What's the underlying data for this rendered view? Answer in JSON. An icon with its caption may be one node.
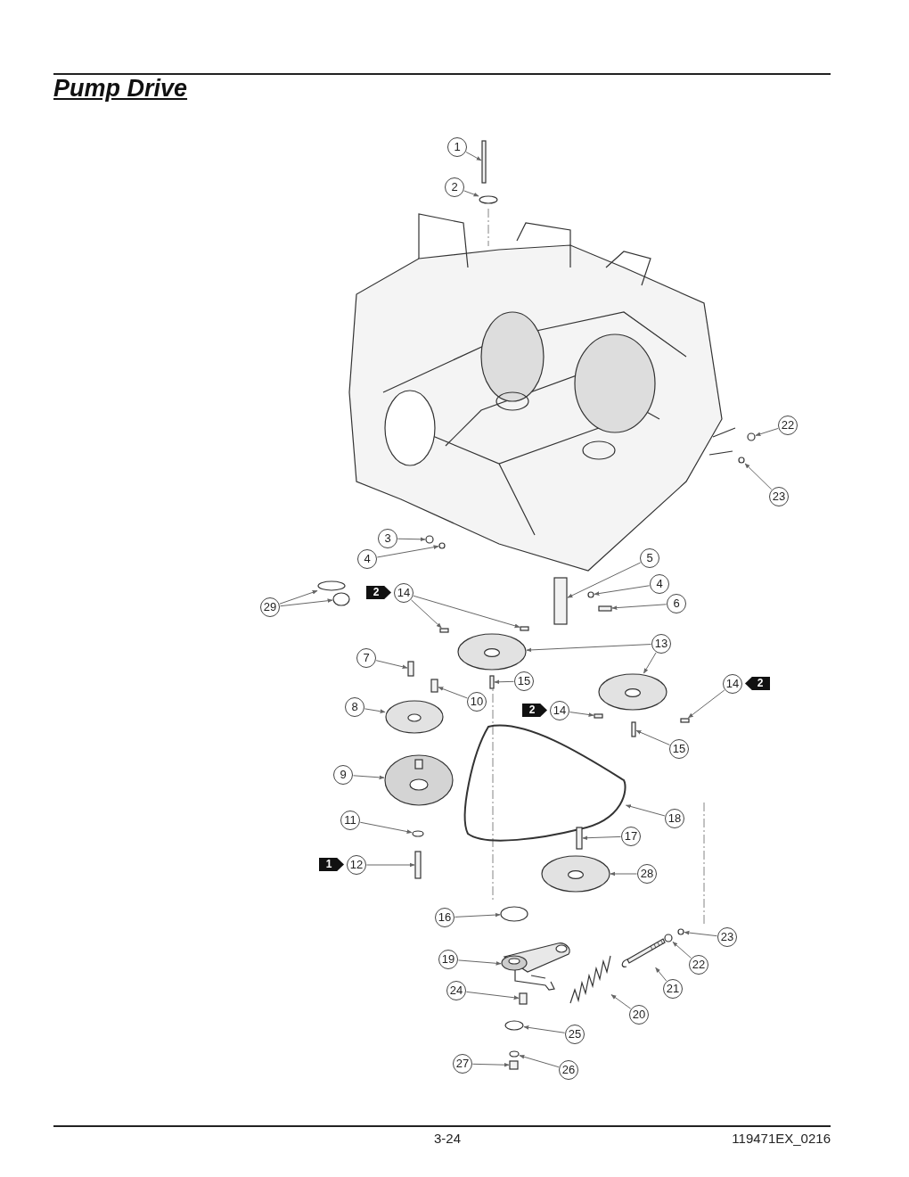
{
  "diagram": {
    "title": "Pump Drive",
    "nodes": [
      {
        "text": [
          "1"
        ]
      },
      {
        "text": [
          "2"
        ]
      },
      {
        "text": [
          "22"
        ]
      },
      {
        "text": [
          "23"
        ]
      },
      {
        "text": [
          "3"
        ]
      },
      {
        "text": [
          "4"
        ]
      },
      {
        "text": [
          "5"
        ]
      },
      {
        "text": [
          "4"
        ]
      },
      {
        "text": [
          "6"
        ]
      },
      {
        "text": [
          "29"
        ]
      },
      {
        "text": [
          "14"
        ],
        "beside": [
          "2"
        ]
      },
      {
        "text": [
          "7"
        ]
      },
      {
        "text": [
          "10"
        ]
      },
      {
        "text": [
          "13"
        ]
      },
      {
        "text": [
          "15"
        ]
      },
      {
        "text": [
          "14"
        ],
        "beside": [
          "2"
        ]
      },
      {
        "text": [
          "8"
        ]
      },
      {
        "text": [
          "14"
        ],
        "beside": [
          "2"
        ]
      },
      {
        "text": [
          "15"
        ]
      },
      {
        "text": [
          "9"
        ]
      },
      {
        "text": [
          "18"
        ]
      },
      {
        "text": [
          "11"
        ]
      },
      {
        "text": [
          "17"
        ]
      },
      {
        "text": [
          "12"
        ],
        "beside": [
          "1"
        ]
      },
      {
        "text": [
          "28"
        ]
      },
      {
        "text": [
          "16"
        ]
      },
      {
        "text": [
          "23"
        ]
      },
      {
        "text": [
          "19"
        ]
      },
      {
        "text": [
          "22"
        ]
      },
      {
        "text": [
          "24"
        ]
      },
      {
        "text": [
          "21"
        ]
      },
      {
        "text": [
          "20"
        ]
      },
      {
        "text": [
          "25"
        ]
      },
      {
        "text": [
          "27"
        ]
      },
      {
        "text": [
          "26"
        ]
      },
      {
        "text": [],
        "shape": "box"
      },
      {
        "text": [],
        "shape": "circle"
      },
      {
        "text": [],
        "shape": "circle"
      },
      {
        "text": [],
        "shape": "circle"
      },
      {
        "text": [],
        "shape": "circle"
      },
      {
        "text": [],
        "shape": "circle"
      },
      {
        "text": [],
        "shape": "box"
      },
      {
        "text": [],
        "shape": "circle"
      },
      {
        "text": [],
        "shape": "box"
      },
      {
        "text": [],
        "shape": "circle"
      },
      {
        "text": [],
        "shape": "circle"
      },
      {
        "text": [],
        "shape": "box"
      },
      {
        "text": [],
        "shape": "box"
      },
      {
        "text": [],
        "shape": "box"
      },
      {
        "text": [],
        "shape": "box"
      },
      {
        "text": [],
        "shape": "circle"
      },
      {
        "text": [],
        "shape": "circle"
      },
      {
        "text": [],
        "shape": "box"
      },
      {
        "text": [],
        "shape": "box"
      },
      {
        "text": [],
        "shape": "circle"
      },
      {
        "text": [],
        "shape": "box"
      },
      {
        "text": [],
        "shape": "box"
      },
      {
        "text": [],
        "shape": "picture"
      },
      {
        "text": [],
        "shape": "picture"
      },
      {
        "text": [],
        "shape": "circle"
      },
      {
        "text": [],
        "shape": "box"
      },
      {
        "text": [],
        "shape": "box"
      },
      {
        "text": [],
        "shape": "circle"
      },
      {
        "text": [],
        "shape": "circle"
      },
      {
        "text": [],
        "shape": "circle"
      },
      {
        "text": [],
        "shape": "picture"
      },
      {
        "text": [],
        "shape": "circle"
      },
      {
        "text": [],
        "shape": "box"
      },
      {
        "text": [],
        "shape": "picture"
      },
      {
        "text": [],
        "shape": "picture"
      },
      {
        "text": [],
        "shape": "circle"
      },
      {
        "text": [],
        "shape": "box"
      },
      {
        "text": [],
        "shape": "circle"
      }
    ],
    "edges": [
      {
        "from": 0,
        "to": 35,
        "arrow": "to"
      },
      {
        "from": 1,
        "to": 36,
        "arrow": "to"
      },
      {
        "from": 2,
        "to": 37,
        "arrow": "to"
      },
      {
        "from": 3,
        "to": 38,
        "arrow": "to"
      },
      {
        "from": 4,
        "to": 39,
        "arrow": "to"
      },
      {
        "from": 5,
        "to": 40,
        "arrow": "to"
      },
      {
        "from": 6,
        "to": 41,
        "arrow": "to"
      },
      {
        "from": 7,
        "to": 42,
        "arrow": "to"
      },
      {
        "from": 8,
        "to": 43,
        "arrow": "to"
      },
      {
        "from": 9,
        "to": 44,
        "arrow": "to"
      },
      {
        "from": 9,
        "to": 45,
        "arrow": "to"
      },
      {
        "from": 10,
        "to": 46,
        "arrow": "to"
      },
      {
        "from": 10,
        "to": 47,
        "arrow": "to"
      },
      {
        "from": 11,
        "to": 48,
        "arrow": "to"
      },
      {
        "from": 12,
        "to": 49,
        "arrow": "to"
      },
      {
        "from": 13,
        "to": 50,
        "arrow": "to"
      },
      {
        "from": 13,
        "to": 51,
        "arrow": "to"
      },
      {
        "from": 14,
        "to": 52,
        "arrow": "to"
      },
      {
        "from": 15,
        "to": 53,
        "arrow": "to"
      },
      {
        "from": 16,
        "to": 54,
        "arrow": "to"
      },
      {
        "from": 17,
        "to": 55,
        "arrow": "to"
      },
      {
        "from": 18,
        "to": 56,
        "arrow": "to"
      },
      {
        "from": 19,
        "to": 57,
        "arrow": "to"
      },
      {
        "from": 20,
        "to": 58,
        "arrow": "to"
      },
      {
        "from": 21,
        "to": 59,
        "arrow": "to"
      },
      {
        "from": 22,
        "to": 60,
        "arrow": "to"
      },
      {
        "from": 23,
        "to": 61,
        "arrow": "to"
      },
      {
        "from": 24,
        "to": 62,
        "arrow": "to"
      },
      {
        "from": 25,
        "to": 63,
        "arrow": "to"
      },
      {
        "from": 26,
        "to": 64,
        "arrow": "to"
      },
      {
        "from": 27,
        "to": 65,
        "arrow": "to"
      },
      {
        "from": 28,
        "to": 66,
        "arrow": "to"
      },
      {
        "from": 29,
        "to": 67,
        "arrow": "to"
      },
      {
        "from": 30,
        "to": 68,
        "arrow": "to"
      },
      {
        "from": 31,
        "to": 69,
        "arrow": "to"
      },
      {
        "from": 32,
        "to": 70,
        "arrow": "to"
      },
      {
        "from": 33,
        "to": 71,
        "arrow": "to"
      },
      {
        "from": 34,
        "to": 72,
        "arrow": "to"
      }
    ],
    "labels": [
      "3-24",
      "119471EX_0216"
    ]
  }
}
